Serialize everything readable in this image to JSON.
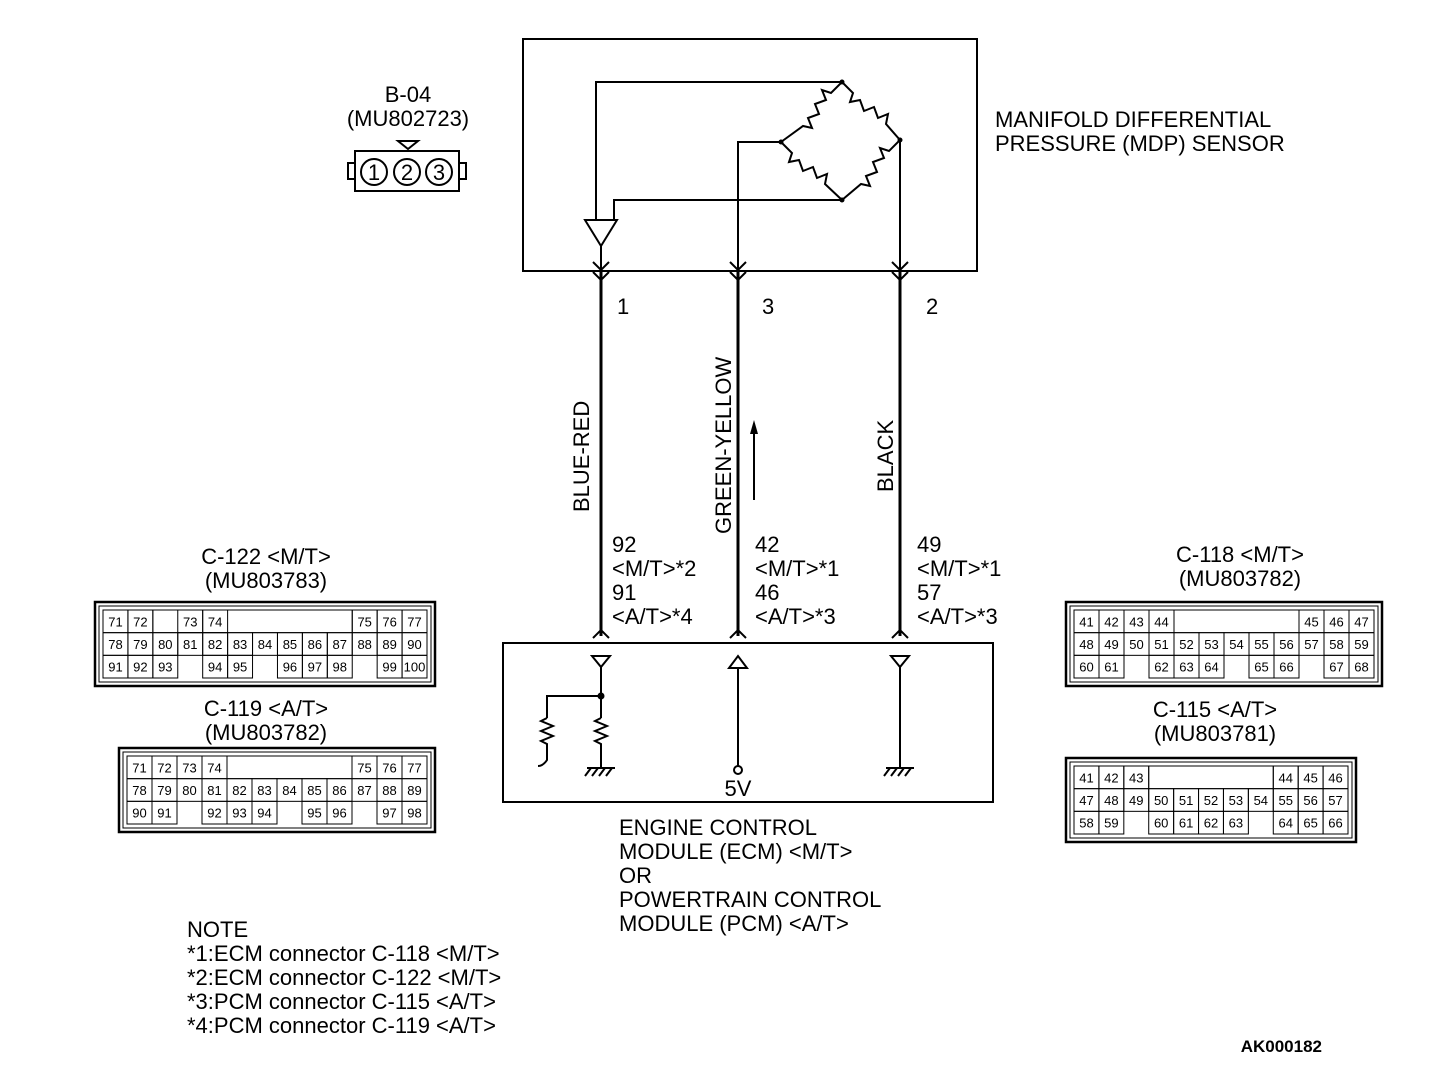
{
  "sensor_connector": {
    "id": "B-04",
    "part": "(MU802723)",
    "pins": [
      "1",
      "2",
      "3"
    ]
  },
  "sensor": {
    "name_line1": "MANIFOLD DIFFERENTIAL",
    "name_line2": "PRESSURE (MDP) SENSOR"
  },
  "wires": [
    {
      "sensor_pin": "1",
      "color": "BLUE-RED",
      "ecm_lines": [
        "92",
        "<M/T>*2",
        "91",
        "<A/T>*4"
      ]
    },
    {
      "sensor_pin": "3",
      "color": "GREEN-YELLOW",
      "ecm_lines": [
        "42",
        "<M/T>*1",
        "46",
        "<A/T>*3"
      ]
    },
    {
      "sensor_pin": "2",
      "color": "BLACK",
      "ecm_lines": [
        "49",
        "<M/T>*1",
        "57",
        "<A/T>*3"
      ]
    }
  ],
  "ecm": {
    "voltage": "5V",
    "lines": [
      "ENGINE CONTROL",
      "MODULE (ECM) <M/T>",
      "OR",
      "POWERTRAIN CONTROL",
      "MODULE (PCM) <A/T>"
    ]
  },
  "connectors": [
    {
      "id": "C-122 <M/T>",
      "part": "(MU803783)",
      "rows": [
        [
          "71",
          "72",
          "",
          "73",
          "74",
          "",
          "",
          "",
          "",
          "",
          "75",
          "76",
          "77"
        ],
        [
          "78",
          "79",
          "80",
          "81",
          "82",
          "83",
          "84",
          "85",
          "86",
          "87",
          "88",
          "89",
          "90"
        ],
        [
          "91",
          "92",
          "93",
          "",
          "94",
          "95",
          "",
          "96",
          "97",
          "98",
          "",
          "99",
          "100"
        ]
      ]
    },
    {
      "id": "C-119 <A/T>",
      "part": "(MU803782)",
      "rows": [
        [
          "71",
          "72",
          "73",
          "74",
          "",
          "",
          "",
          "",
          "",
          "75",
          "76",
          "77"
        ],
        [
          "78",
          "79",
          "80",
          "81",
          "82",
          "83",
          "84",
          "85",
          "86",
          "87",
          "88",
          "89"
        ],
        [
          "90",
          "91",
          "",
          "92",
          "93",
          "94",
          "",
          "95",
          "96",
          "",
          "97",
          "98"
        ]
      ]
    },
    {
      "id": "C-118 <M/T>",
      "part": "(MU803782)",
      "rows": [
        [
          "41",
          "42",
          "43",
          "44",
          "",
          "",
          "",
          "",
          "",
          "45",
          "46",
          "47"
        ],
        [
          "48",
          "49",
          "50",
          "51",
          "52",
          "53",
          "54",
          "55",
          "56",
          "57",
          "58",
          "59"
        ],
        [
          "60",
          "61",
          "",
          "62",
          "63",
          "64",
          "",
          "65",
          "66",
          "",
          "67",
          "68"
        ]
      ]
    },
    {
      "id": "C-115 <A/T>",
      "part": "(MU803781)",
      "rows": [
        [
          "41",
          "42",
          "43",
          "",
          "",
          "",
          "",
          "",
          "44",
          "45",
          "46"
        ],
        [
          "47",
          "48",
          "49",
          "50",
          "51",
          "52",
          "53",
          "54",
          "55",
          "56",
          "57"
        ],
        [
          "58",
          "59",
          "",
          "60",
          "61",
          "62",
          "63",
          "",
          "64",
          "65",
          "66"
        ]
      ]
    }
  ],
  "note": {
    "title": "NOTE",
    "items": [
      "*1:ECM connector C-118 <M/T>",
      "*2:ECM connector C-122 <M/T>",
      "*3:PCM connector C-115 <A/T>",
      "*4:PCM connector C-119 <A/T>"
    ]
  },
  "figure_id": "AK000182"
}
